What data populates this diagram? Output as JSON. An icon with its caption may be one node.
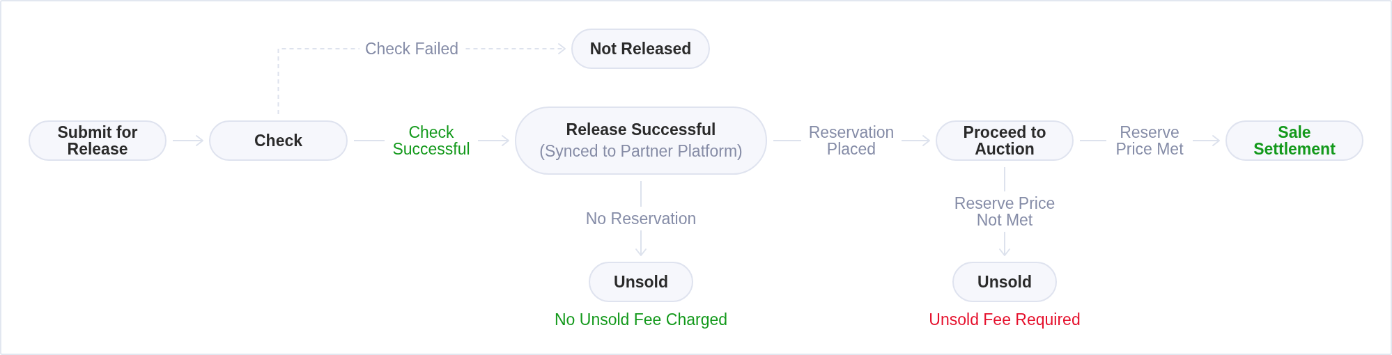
{
  "diagram": {
    "nodes": [
      {
        "text": [
          "Submit for Release"
        ]
      },
      {
        "text": [
          "Check"
        ]
      },
      {
        "text": [
          "Not Released"
        ]
      },
      {
        "text": [
          "Release Successful",
          "(Synced to Partner Platform)"
        ]
      },
      {
        "text": [
          "Proceed to Auction"
        ]
      },
      {
        "text": [
          "Sale Settlement"
        ]
      },
      {
        "text": [
          "Unsold"
        ],
        "beside": [
          "No Unsold Fee Charged"
        ]
      },
      {
        "text": [
          "Unsold"
        ],
        "beside": [
          "Unsold Fee Required"
        ]
      }
    ],
    "edges": [
      {
        "from": 0,
        "to": 1,
        "arrow": "to"
      },
      {
        "from": 1,
        "to": 3,
        "arrow": "to",
        "label": "Check Successful"
      },
      {
        "from": 1,
        "to": 2,
        "arrow": "to",
        "label": "Check Failed",
        "style": "dashed"
      },
      {
        "from": 3,
        "to": 4,
        "arrow": "to",
        "label": "Reservation Placed"
      },
      {
        "from": 3,
        "to": 6,
        "arrow": "to",
        "label": "No Reservation"
      },
      {
        "from": 4,
        "to": 5,
        "arrow": "to",
        "label": "Reserve Price Met"
      },
      {
        "from": 4,
        "to": 7,
        "arrow": "to",
        "label": "Reserve Price Not Met"
      }
    ]
  }
}
